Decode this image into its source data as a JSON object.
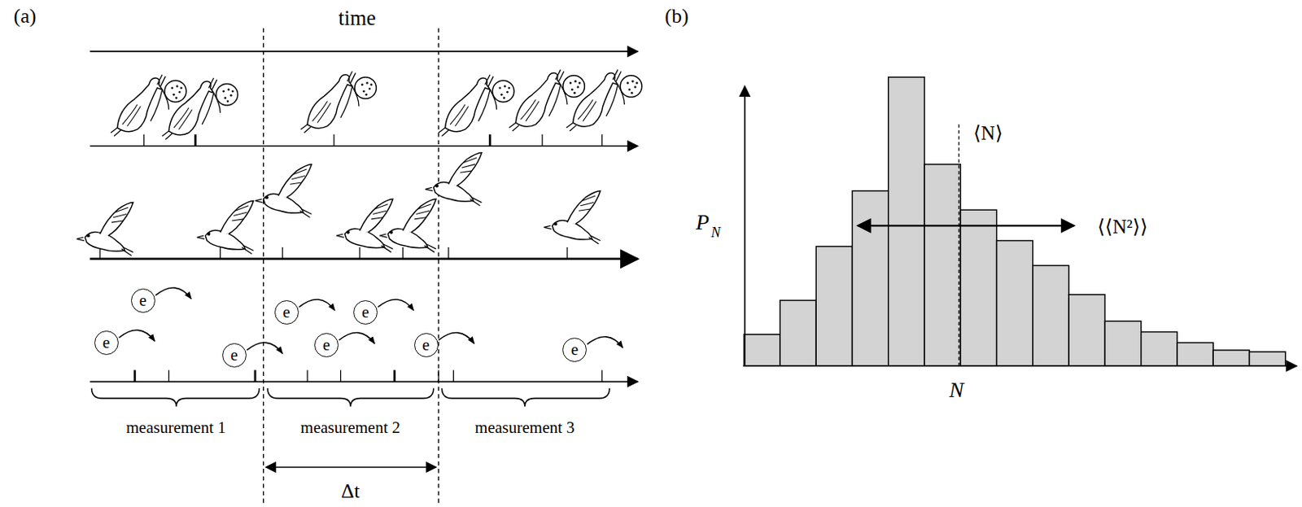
{
  "diagram": {
    "nodes": [
      {
        "text": [
          "e"
        ]
      },
      {
        "text": [
          "e"
        ]
      },
      {
        "text": [
          "e"
        ]
      },
      {
        "text": [
          "e"
        ]
      },
      {
        "text": [
          "e"
        ]
      },
      {
        "text": [
          "e"
        ]
      },
      {
        "text": [
          "e"
        ]
      },
      {
        "text": [
          "e"
        ]
      }
    ],
    "labels": [
      "(a)",
      "time",
      "measurement 1",
      "measurement 2",
      "measurement 3",
      "Δt",
      "(b)",
      "P",
      "N",
      "⟨N⟩",
      "⟨⟨N²⟩⟩",
      "N"
    ]
  }
}
